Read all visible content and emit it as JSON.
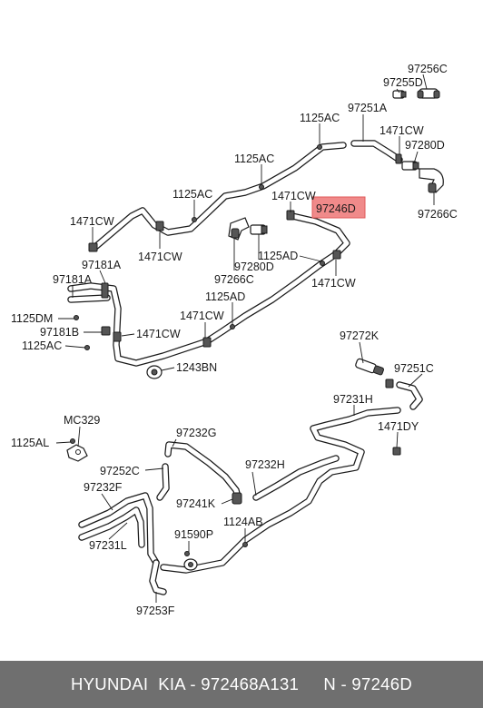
{
  "highlight_label": "97246D",
  "labels": {
    "p97256C": "97256C",
    "p97255D": "97255D",
    "p97251A": "97251A",
    "p1125AC_a": "1125AC",
    "p1471CW_a": "1471CW",
    "p97280D_a": "97280D",
    "p1125AC_b": "1125AC",
    "p97266C_a": "97266C",
    "p1125AC_c": "1125AC",
    "p1471CW_b": "1471CW",
    "p1471CW_c": "1471CW",
    "p1471CW_d": "1471CW",
    "p97266C_b": "97266C",
    "p97280D_b": "97280D",
    "p1125AD_a": "1125AD",
    "p1471CW_e": "1471CW",
    "p97181A_a": "97181A",
    "p97181A_b": "97181A",
    "p1125AD_b": "1125AD",
    "p1125DM": "1125DM",
    "p1471CW_f": "1471CW",
    "p97181B": "97181B",
    "p1471CW_g": "1471CW",
    "p1125AC_d": "1125AC",
    "p1243BN": "1243BN",
    "p97272K": "97272K",
    "p97251C": "97251C",
    "p97231H": "97231H",
    "p1471DY": "1471DY",
    "pMC329": "MC329",
    "p1125AL": "1125AL",
    "p97232G": "97232G",
    "p97252C": "97252C",
    "p97232H": "97232H",
    "p97232F": "97232F",
    "p97241K": "97241K",
    "p1124AB": "1124AB",
    "p91590P": "91590P",
    "p97231L": "97231L",
    "p97253F": "97253F"
  },
  "footer": {
    "text": "HYUNDAI  KIA - 972468A131     N - 97246D"
  }
}
